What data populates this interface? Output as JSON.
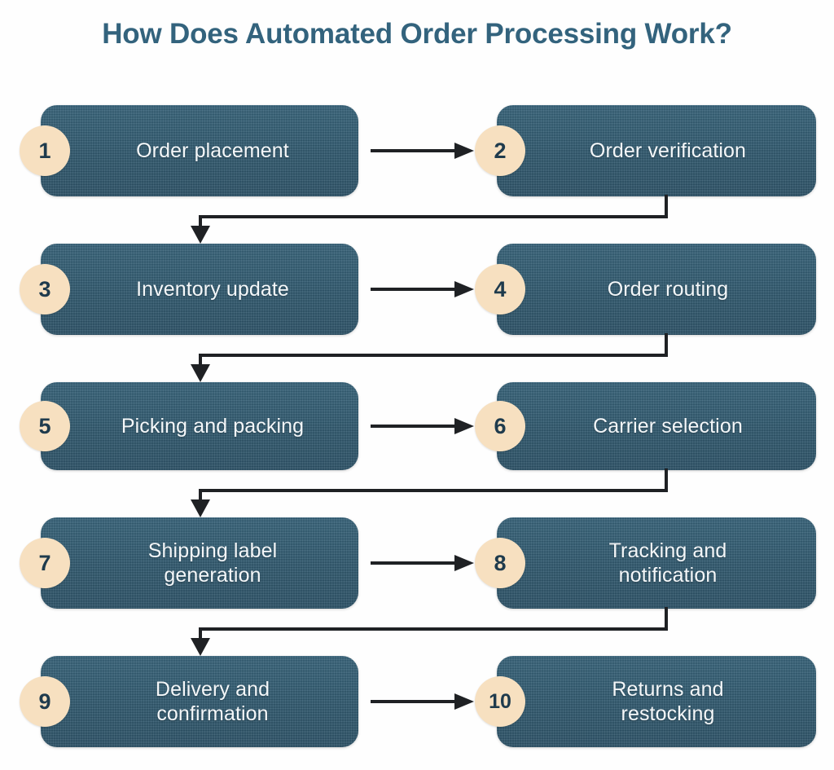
{
  "title": "How Does Automated Order Processing Work?",
  "theme": {
    "background": "#ffffff",
    "title_color": "#33637d",
    "box_fill": "#2f5b72",
    "box_text_color": "#f4f7f9",
    "badge_fill": "#f7e0c0",
    "badge_text_color": "#1f3b4d",
    "arrow_color": "#1f2124"
  },
  "diagram": {
    "type": "flowchart",
    "layout": "serpentine-2-column",
    "step_count": 10,
    "steps": [
      {
        "number": "1",
        "label": "Order placement"
      },
      {
        "number": "2",
        "label": "Order verification"
      },
      {
        "number": "3",
        "label": "Inventory update"
      },
      {
        "number": "4",
        "label": "Order routing"
      },
      {
        "number": "5",
        "label": "Picking and packing"
      },
      {
        "number": "6",
        "label": "Carrier selection"
      },
      {
        "number": "7",
        "label": "Shipping label\ngeneration"
      },
      {
        "number": "8",
        "label": "Tracking and\nnotification"
      },
      {
        "number": "9",
        "label": "Delivery and\nconfirmation"
      },
      {
        "number": "10",
        "label": "Returns and\nrestocking"
      }
    ],
    "connections": [
      {
        "from": "1",
        "to": "2",
        "kind": "arrow-right"
      },
      {
        "from": "2",
        "to": "3",
        "kind": "elbow-down-left"
      },
      {
        "from": "3",
        "to": "4",
        "kind": "arrow-right"
      },
      {
        "from": "4",
        "to": "5",
        "kind": "elbow-down-left"
      },
      {
        "from": "5",
        "to": "6",
        "kind": "arrow-right"
      },
      {
        "from": "6",
        "to": "7",
        "kind": "elbow-down-left"
      },
      {
        "from": "7",
        "to": "8",
        "kind": "arrow-right"
      },
      {
        "from": "8",
        "to": "9",
        "kind": "elbow-down-left"
      },
      {
        "from": "9",
        "to": "10",
        "kind": "arrow-right"
      }
    ]
  }
}
